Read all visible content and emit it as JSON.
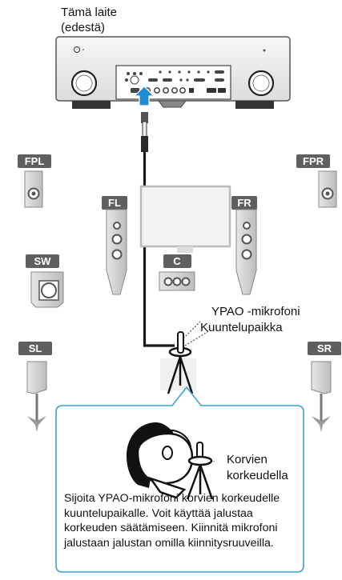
{
  "device_label": "Tämä laite\n(edestä)",
  "speakers": {
    "fpl": "FPL",
    "fpr": "FPR",
    "fl": "FL",
    "fr": "FR",
    "sw": "SW",
    "c": "C",
    "sl": "SL",
    "sr": "SR"
  },
  "mic_label": "YPAO -mikrofoni",
  "listening_label": "Kuuntelupaikka",
  "ear_label": "Korvien\nkorkeudella",
  "instruction": "Sijoita YPAO-mikrofoni korvien korkeudelle kuuntelupaikalle. Voit käyttää jalustaa korkeuden säätämiseen. Kiinnitä mikrofoni jalustaan jalustan omilla kiinnitysruuveilla.",
  "colors": {
    "accent": "#1e8cd2",
    "tag": "#5f5f5f",
    "speaker_face": "#d9d9d9",
    "callout_border": "#3aa0d8"
  }
}
